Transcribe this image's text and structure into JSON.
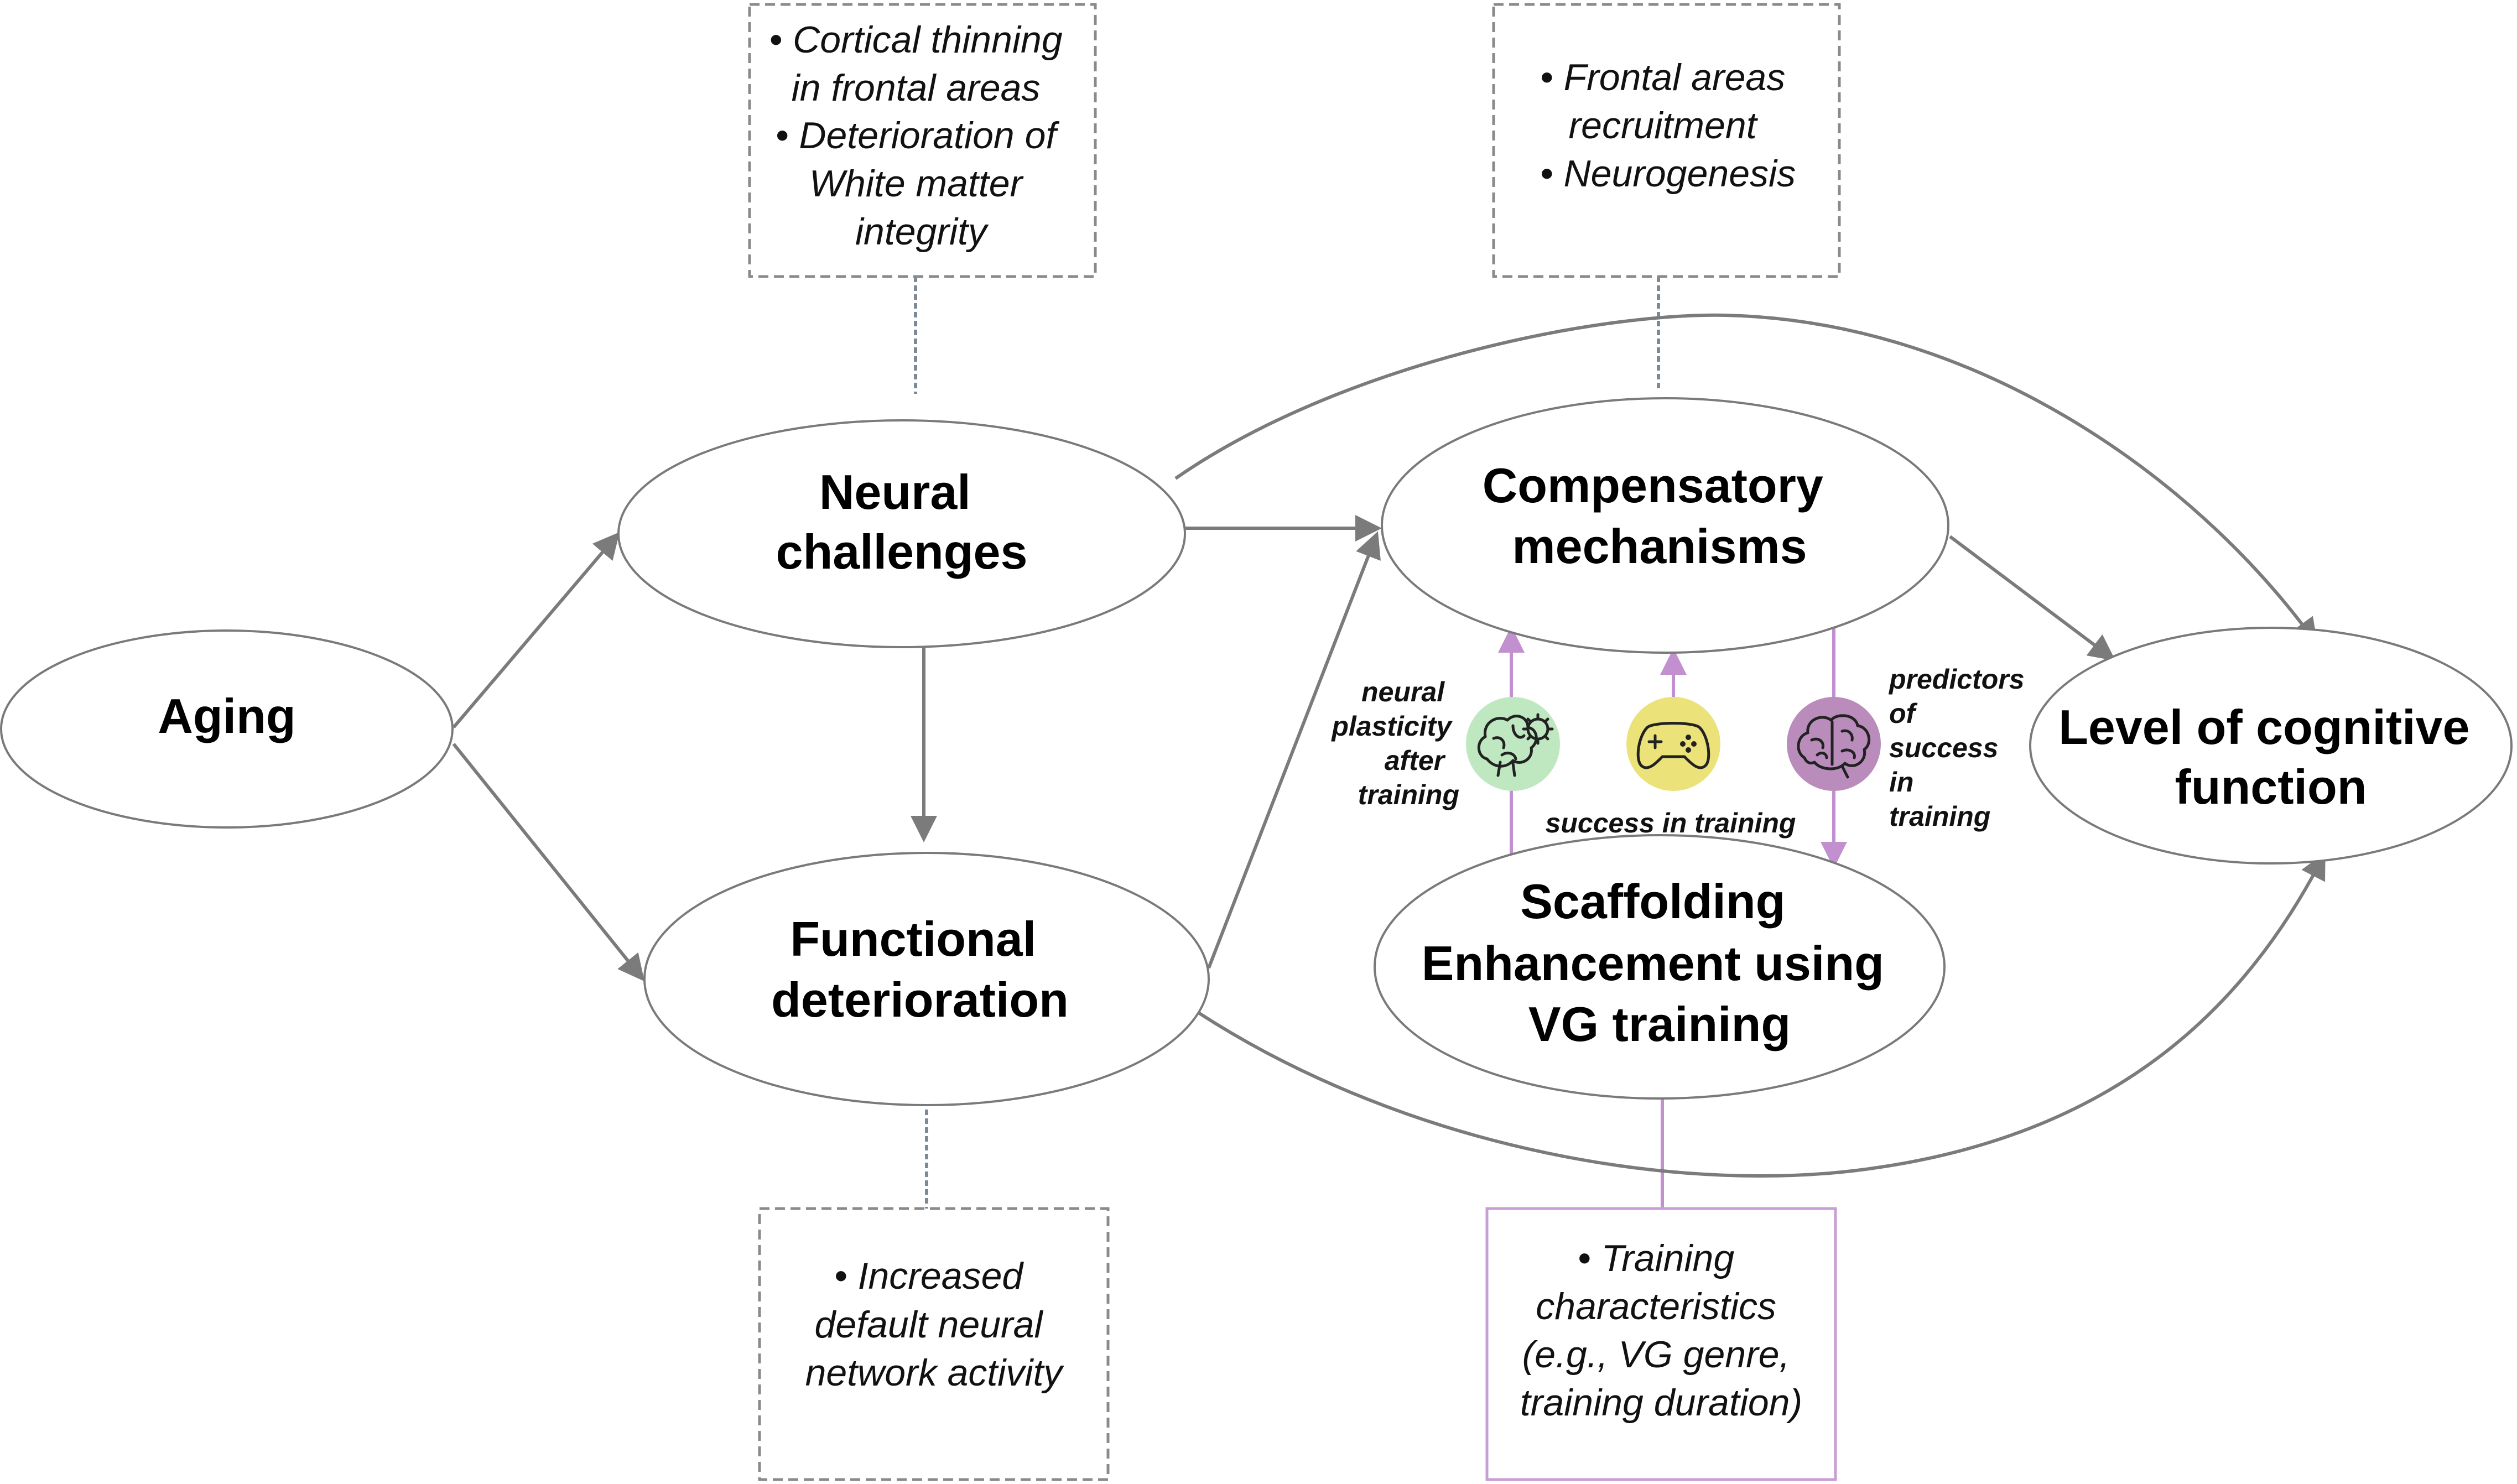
{
  "nodes": {
    "aging": {
      "lines": [
        "Aging"
      ]
    },
    "neural_challenges": {
      "lines": [
        "Neural",
        "challenges"
      ]
    },
    "functional_deterioration": {
      "lines": [
        "Functional",
        "deterioration"
      ]
    },
    "compensatory_mechanisms": {
      "lines": [
        "Compensatory",
        "mechanisms"
      ]
    },
    "scaffolding": {
      "lines": [
        "Scaffolding",
        "Enhancement using",
        "VG training"
      ]
    },
    "cognitive_function": {
      "lines": [
        "Level of cognitive",
        "function"
      ]
    }
  },
  "notes": {
    "neural_challenges_note": {
      "lines": [
        "• Cortical thinning",
        "in frontal areas",
        "• Deterioration of",
        "White matter",
        "integrity"
      ]
    },
    "compensatory_note": {
      "lines": [
        "• Frontal areas",
        "recruitment",
        "• Neurogenesis"
      ]
    },
    "functional_note": {
      "lines": [
        "• Increased",
        "default neural",
        "network activity"
      ]
    },
    "training_note": {
      "lines": [
        "• Training",
        "characteristics",
        "(e.g., VG genre,",
        "training duration)"
      ]
    }
  },
  "links": {
    "neural_plasticity": {
      "lines": [
        "neural",
        "plasticity",
        "after",
        "training"
      ]
    },
    "success_in_training": {
      "lines": [
        "success in training"
      ]
    },
    "predictors": {
      "lines": [
        "predictors",
        "of",
        "success",
        "in",
        "training"
      ]
    }
  },
  "icons": {
    "neural_plasticity_icon": {
      "name": "brain-gear-icon",
      "color": "#bfe8c0"
    },
    "success_icon": {
      "name": "gamepad-icon",
      "color": "#ece27a"
    },
    "predictors_icon": {
      "name": "brain-icon",
      "color": "#b98cbc"
    }
  },
  "colors": {
    "arrow": "#7b7b7b",
    "purple": "#c28fcf",
    "box_border": "#8a8a8a",
    "purple_box_border": "#c89ed4"
  }
}
